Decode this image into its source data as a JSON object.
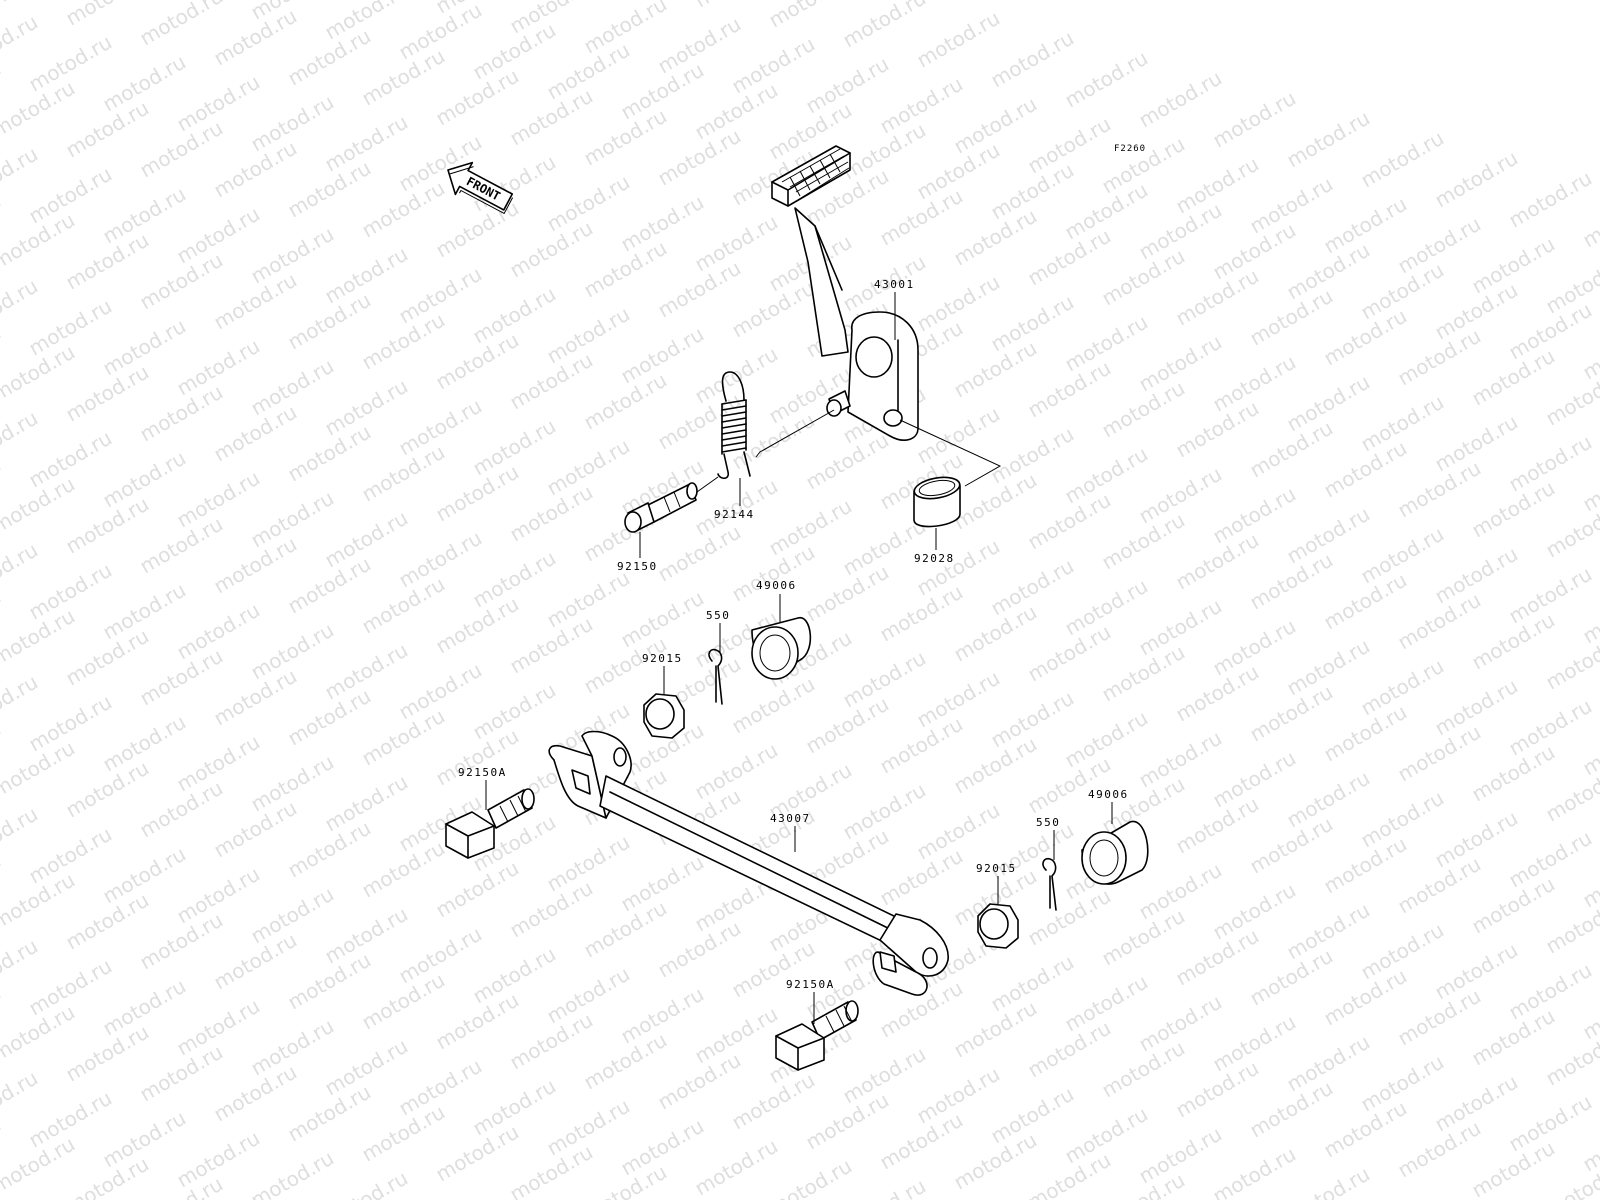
{
  "watermark": {
    "text": "motod.ru"
  },
  "diagram_code": "F2260",
  "front_arrow": {
    "label": "FRONT"
  },
  "parts": [
    {
      "id": "brake-pedal",
      "number": "43001"
    },
    {
      "id": "return-spring",
      "number": "92144"
    },
    {
      "id": "pivot-bolt",
      "number": "92150"
    },
    {
      "id": "collar",
      "number": "92028"
    },
    {
      "id": "rubber-upper",
      "number": "49006"
    },
    {
      "id": "cotter-pin-upper",
      "number": "550"
    },
    {
      "id": "nut-upper",
      "number": "92015"
    },
    {
      "id": "bolt-left",
      "number": "92150A"
    },
    {
      "id": "brake-rod",
      "number": "43007"
    },
    {
      "id": "rubber-lower",
      "number": "49006"
    },
    {
      "id": "cotter-pin-lower",
      "number": "550"
    },
    {
      "id": "nut-lower",
      "number": "92015"
    },
    {
      "id": "bolt-bottom",
      "number": "92150A"
    }
  ]
}
